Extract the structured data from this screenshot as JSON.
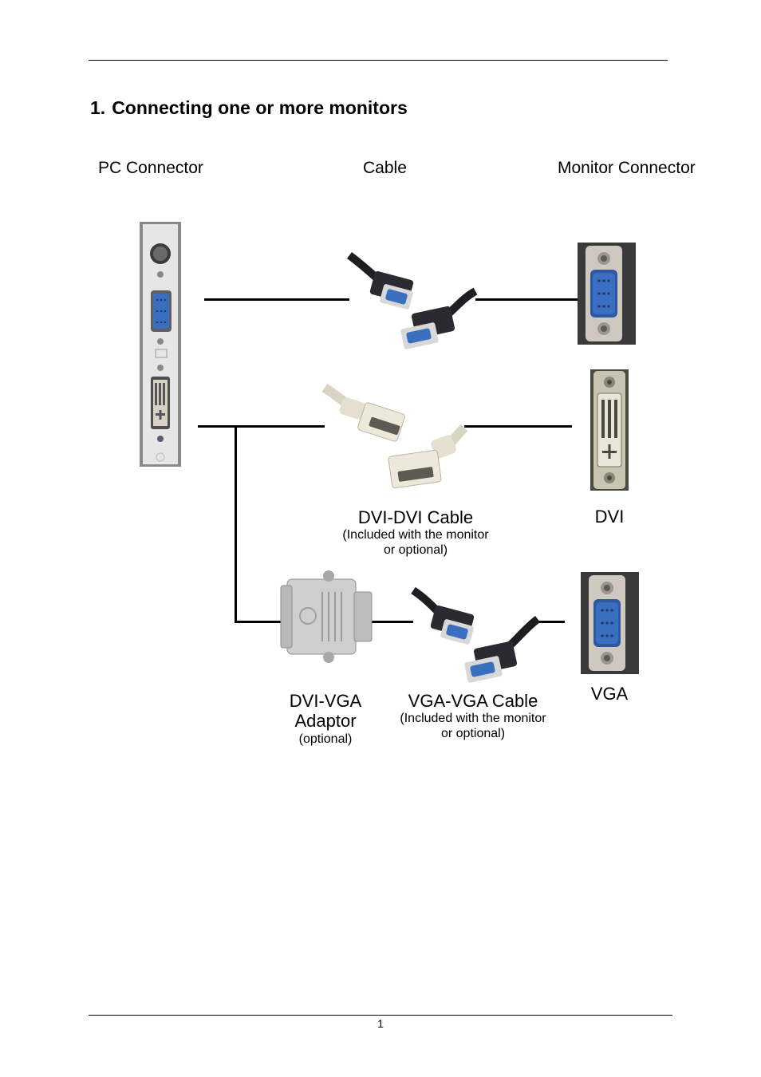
{
  "page": {
    "heading_number": "1.",
    "heading_text": "Connecting one or more monitors",
    "page_number": "1"
  },
  "columns": {
    "pc": "PC Connector",
    "cable": "Cable",
    "monitor": "Monitor Connector"
  },
  "labels": {
    "dvi_cable_title": "DVI-DVI Cable",
    "dvi_cable_note_1": "(Included with the monitor",
    "dvi_cable_note_2": "or optional)",
    "dvi_monitor": "DVI",
    "adaptor_title_1": "DVI-VGA",
    "adaptor_title_2": "Adaptor",
    "adaptor_note": "(optional)",
    "vga_cable_title": "VGA-VGA Cable",
    "vga_cable_note_1": "(Included with the monitor",
    "vga_cable_note_2": "or optional)",
    "vga_monitor": "VGA"
  },
  "icons": {
    "pc_bracket": "graphics-card-bracket-photo",
    "vga_cable": "vga-cable-photo",
    "dvi_cable": "dvi-cable-photo",
    "adaptor": "dvi-vga-adaptor-photo",
    "vga_port": "vga-port-photo",
    "dvi_port": "dvi-port-photo"
  },
  "colors": {
    "vga_blue": "#3a6fc0",
    "dvi_cream": "#e8e4d6",
    "cable_black": "#1e1e22",
    "metal": "#c9c9c9"
  }
}
